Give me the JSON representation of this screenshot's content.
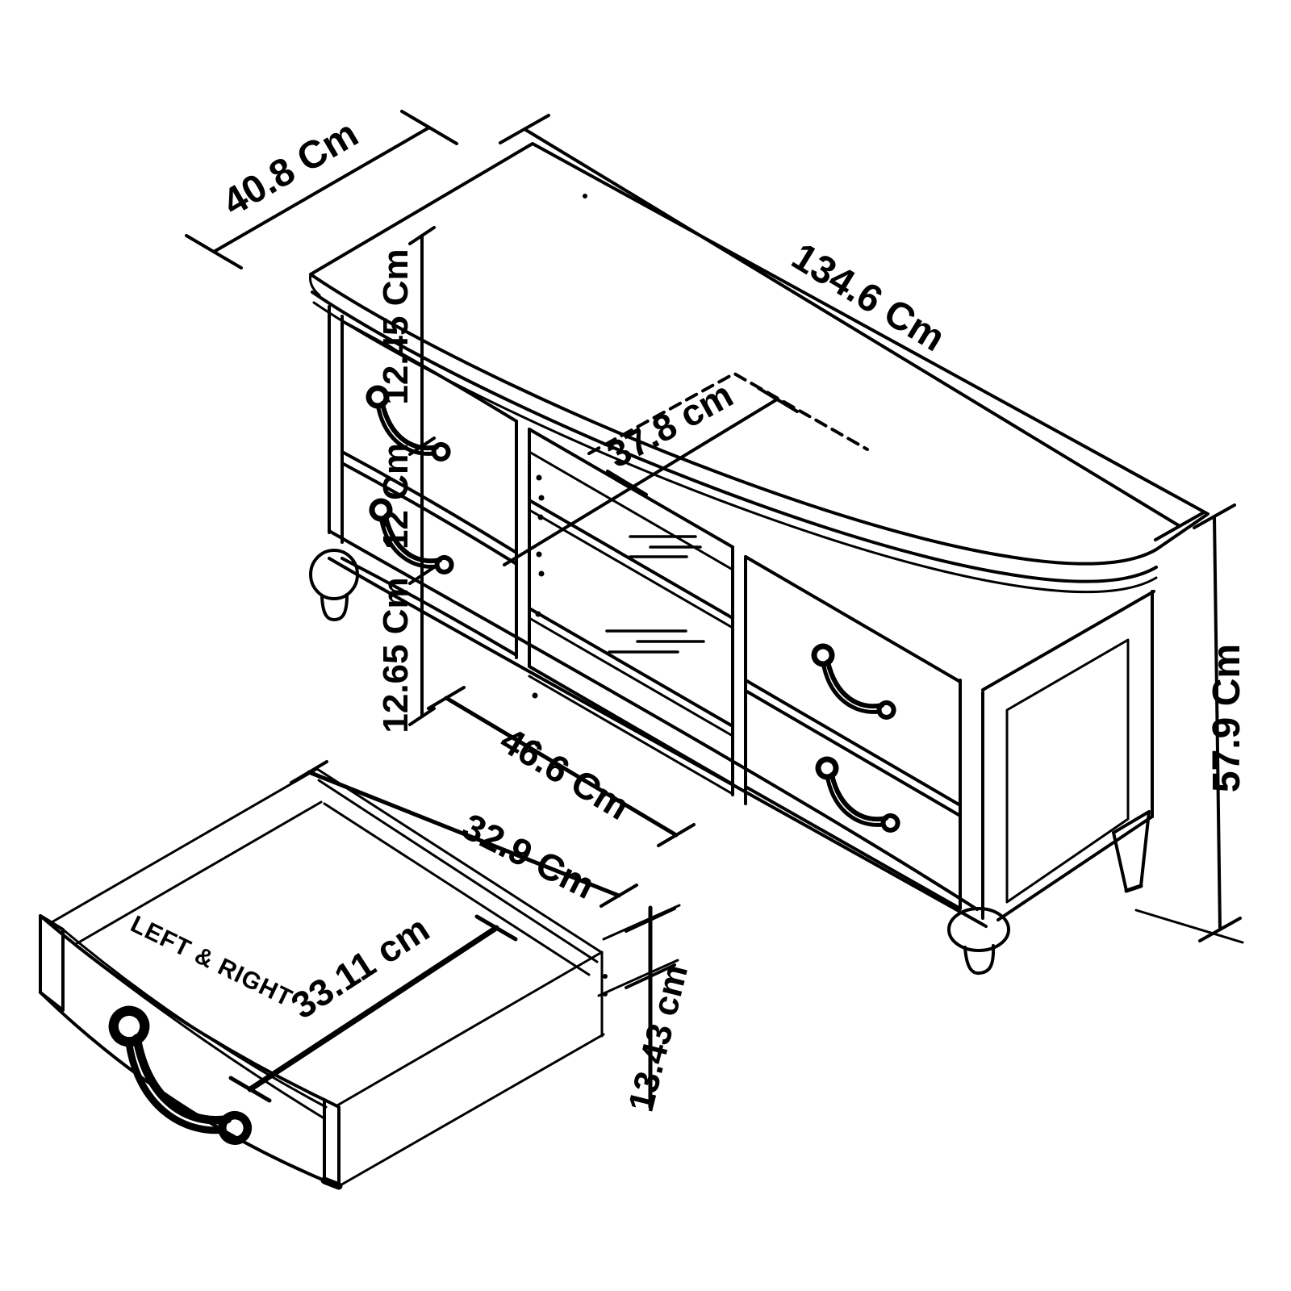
{
  "page": {
    "background": "#ffffff",
    "line_color": "#000000"
  },
  "labels": {
    "top_depth": "40.8 Cm",
    "top_width": "134.6 Cm",
    "top_section_height": "12.45 Cm",
    "interior_depth": "37.8 cm",
    "shelf_spacing": "12 Cm",
    "bottom_section_height": "12.65 Cm",
    "middle_opening_width": "46.6 Cm",
    "drawer_outer_width": "32.9 Cm",
    "overall_height": "57.9 Cm",
    "drawer_inner_width": "33.11 cm",
    "drawer_height": "13.43 cm",
    "drawer_note": "LEFT & RIGHT"
  }
}
